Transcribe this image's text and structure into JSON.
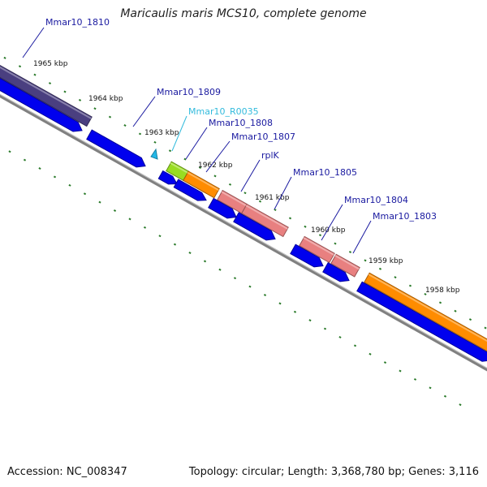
{
  "title": "Maricaulis maris MCS10, complete genome",
  "footer": {
    "accession": "Accession: NC_008347",
    "stats": "Topology: circular; Length: 3,368,780 bp; Genes: 3,116"
  },
  "colors": {
    "cds_blue": "#0000ee",
    "gene_purple": "#4a3f80",
    "gene_orange": "#ff8c00",
    "gene_pink": "#e88080",
    "gene_lime": "#99dd22",
    "rna_cyan": "#22b8e8",
    "label_blue": "#1a1aa0",
    "label_cyan": "#33bbdd",
    "backbone_gray": "#808080",
    "tick_green": "#2a7a2a"
  },
  "ticks": [
    {
      "label": "1965 kbp"
    },
    {
      "label": "1964 kbp"
    },
    {
      "label": "1963 kbp"
    },
    {
      "label": "1962 kbp"
    },
    {
      "label": "1961 kbp"
    },
    {
      "label": "1960 kbp"
    },
    {
      "label": "1959 kbp"
    },
    {
      "label": "1958 kbp"
    }
  ],
  "gene_labels": [
    {
      "text": "Mmar10_1810",
      "color": "label_blue"
    },
    {
      "text": "Mmar10_1809",
      "color": "label_blue"
    },
    {
      "text": "Mmar10_R0035",
      "color": "label_cyan"
    },
    {
      "text": "Mmar10_1808",
      "color": "label_blue"
    },
    {
      "text": "Mmar10_1807",
      "color": "label_blue"
    },
    {
      "text": "rplK",
      "color": "label_blue"
    },
    {
      "text": "Mmar10_1805",
      "color": "label_blue"
    },
    {
      "text": "Mmar10_1804",
      "color": "label_blue"
    },
    {
      "text": "Mmar10_1803",
      "color": "label_blue"
    }
  ]
}
